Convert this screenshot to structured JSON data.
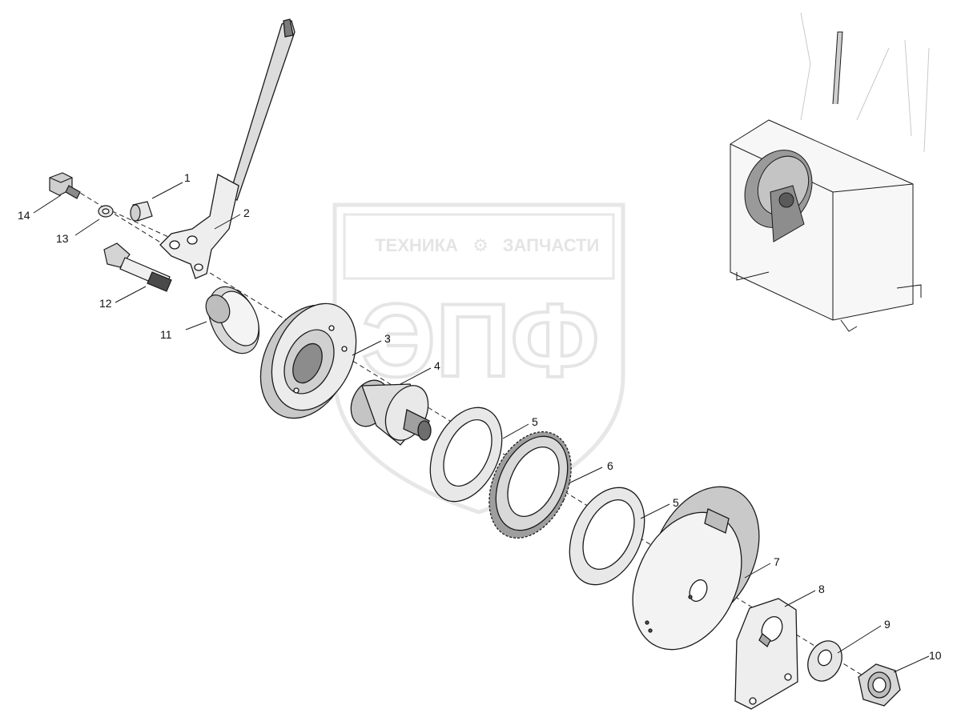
{
  "watermark": {
    "brand_line": "ТЕХНИКА",
    "brand_line2": "ЗАПЧАСТИ",
    "logo_letters": "ЭПФ",
    "color": "#d9d9d9"
  },
  "callouts": [
    {
      "id": "1",
      "label": "1"
    },
    {
      "id": "2",
      "label": "2"
    },
    {
      "id": "3",
      "label": "3"
    },
    {
      "id": "4",
      "label": "4"
    },
    {
      "id": "5a",
      "label": "5"
    },
    {
      "id": "6",
      "label": "6"
    },
    {
      "id": "5b",
      "label": "5"
    },
    {
      "id": "7",
      "label": "7"
    },
    {
      "id": "8",
      "label": "8"
    },
    {
      "id": "9",
      "label": "9"
    },
    {
      "id": "10",
      "label": "10"
    },
    {
      "id": "11",
      "label": "11"
    },
    {
      "id": "12",
      "label": "12"
    },
    {
      "id": "13",
      "label": "13"
    },
    {
      "id": "14",
      "label": "14"
    }
  ],
  "colors": {
    "line": "#1a1a1a",
    "part_light": "#f2f2f2",
    "part_mid": "#d6d6d6",
    "part_dark": "#a8a8a8",
    "part_darkest": "#6e6e6e"
  }
}
